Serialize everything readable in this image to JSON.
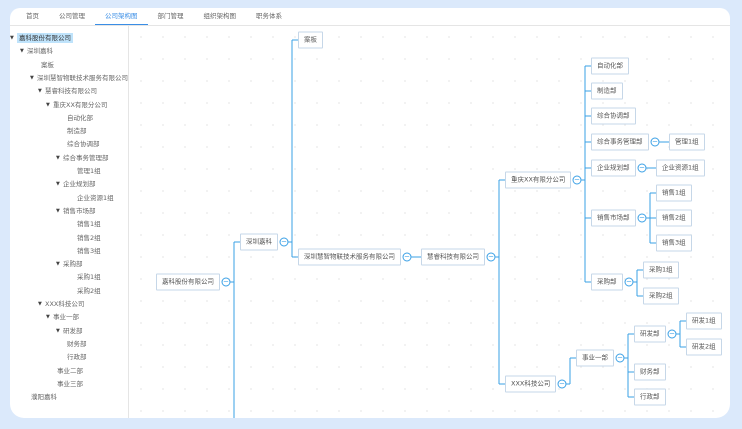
{
  "tabs": [
    "首页",
    "公司管理",
    "公司架构图",
    "部门管理",
    "组织架构图",
    "职务体系"
  ],
  "active_tab": "公司架构图",
  "sidebar": [
    "嘉科股份有限公司",
    "深圳嘉科",
    "案板",
    "深圳慧智物联技术服务有限公司",
    "慧睿科技有限公司",
    "重庆XX有限分公司",
    "自动化部",
    "制造部",
    "综合协调部",
    "综合事务管理部",
    "管理1组",
    "企业规划部",
    "企业资源1组",
    "销售市场部",
    "销售1组",
    "销售2组",
    "销售3组",
    "采购部",
    "采购1组",
    "采购2组",
    "XXX科技公司",
    "事业一部",
    "研发部",
    "财务部",
    "行政部",
    "事业二部",
    "事业三部",
    "濮阳嘉科"
  ],
  "chart": {
    "root": "嘉科股份有限公司",
    "sz": "深圳嘉科",
    "ab": "案板",
    "hz": "深圳慧智物联技术服务有限公司",
    "hr": "慧睿科技有限公司",
    "cq": "重庆XX有限分公司",
    "zdh": "自动化部",
    "zz": "制造部",
    "zhxt": "综合协调部",
    "zhsw": "综合事务管理部",
    "gl1": "管理1组",
    "qygh": "企业规划部",
    "qyzy": "企业资源1组",
    "xssc": "销售市场部",
    "xs1": "销售1组",
    "xs2": "销售2组",
    "xs3": "销售3组",
    "cg": "采购部",
    "cg1": "采购1组",
    "cg2": "采购2组",
    "xxx": "XXX科技公司",
    "sy1": "事业一部",
    "yf": "研发部",
    "yf1": "研发1组",
    "yf2": "研发2组",
    "cw": "财务部",
    "xz": "行政部"
  },
  "collapse_symbol": "−"
}
